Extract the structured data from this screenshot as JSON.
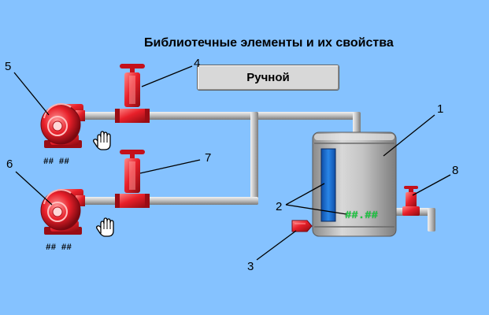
{
  "title": "Библиотечные элементы и их свойства",
  "mode_button": {
    "label": "Ручной"
  },
  "callouts": {
    "tank": "1",
    "level_indicator": "2",
    "feed_valve": "3",
    "valve_top": "4",
    "pump_top": "5",
    "pump_bottom": "6",
    "valve_bottom": "7",
    "drain_valve": "8"
  },
  "readouts": {
    "pump_top_value": "## ##",
    "pump_bottom_value": "## ##",
    "tank_level_value": "##.##"
  },
  "icons": {
    "pump_top": "centrifugal-pump-icon",
    "pump_bottom": "centrifugal-pump-icon",
    "valve_top": "gate-valve-icon",
    "valve_bottom": "gate-valve-icon",
    "drain_valve": "small-valve-icon",
    "feed_valve": "arrow-valve-icon",
    "manual_control": "hand-cursor-icon"
  },
  "colors": {
    "background": "#85C2FF",
    "equipment": "#E8202A",
    "pipe": "#C8C8C8",
    "tank": "#B8B8B8",
    "level_bar": "#1E6FD0",
    "level_text": "#18D040"
  }
}
